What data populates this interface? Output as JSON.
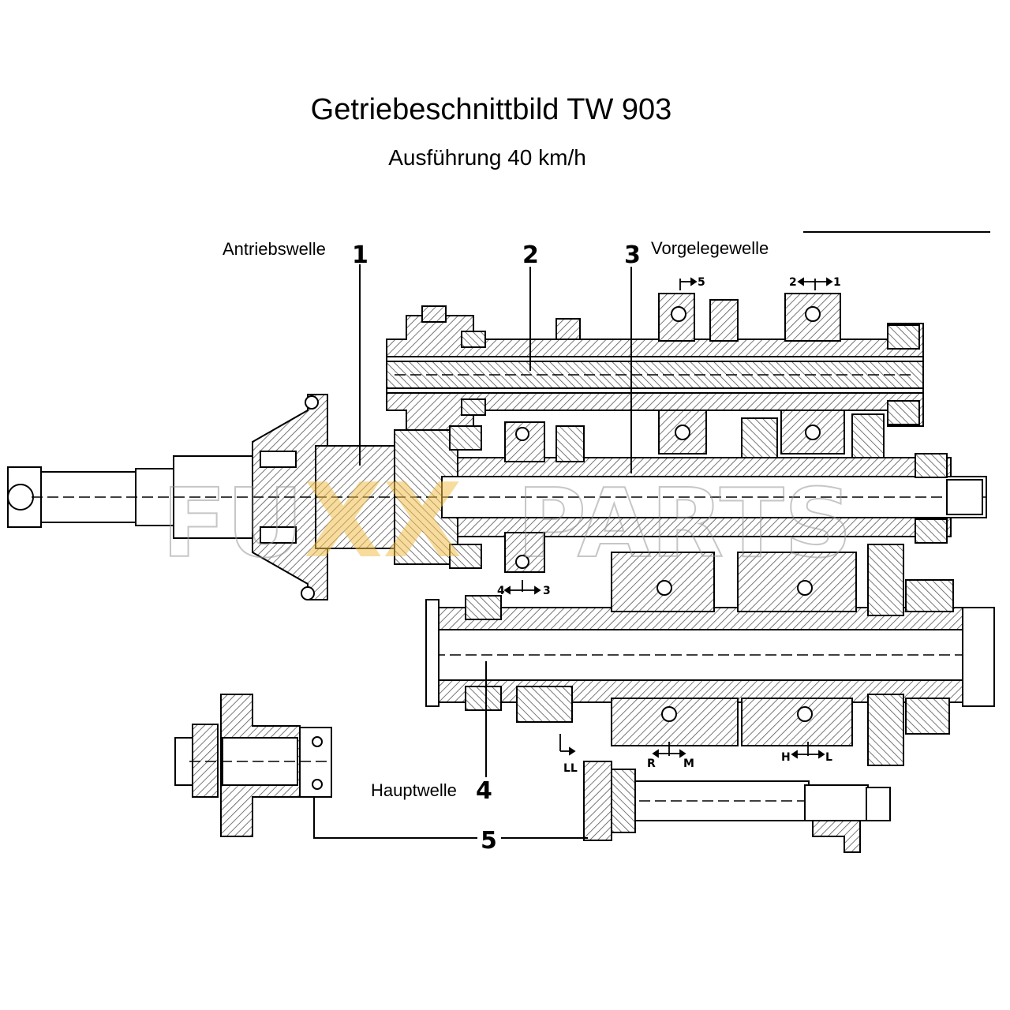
{
  "header": {
    "title": "Getriebeschnittbild TW 903",
    "subtitle": "Ausführung 40 km/h"
  },
  "labels": {
    "antriebswelle": "Antriebswelle",
    "vorgelegewelle": "Vorgelegewelle",
    "hauptwelle": "Hauptwelle"
  },
  "callouts": [
    "1",
    "2",
    "3",
    "4",
    "5"
  ],
  "shift_marks": {
    "gear_5": "5",
    "gear_2": "2",
    "gear_1": "1",
    "gear_4": "4",
    "gear_3": "3",
    "ll": "LL",
    "r": "R",
    "m": "M",
    "h": "H",
    "l": "L"
  },
  "watermark": {
    "prefix": "FU",
    "middle": "XX",
    "suffix": "PARTS",
    "accent_color": "#f2c14e"
  },
  "colors": {
    "line": "#000000",
    "hatch": "#555555",
    "background": "#ffffff"
  }
}
